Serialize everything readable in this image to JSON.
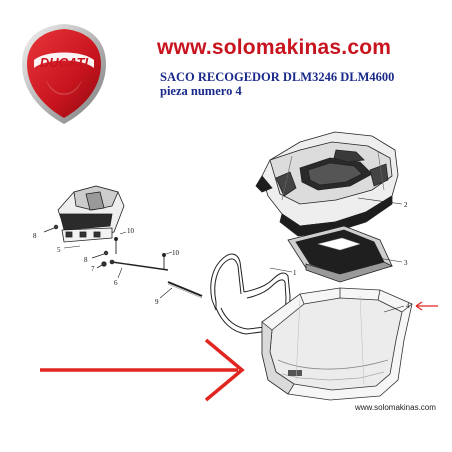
{
  "brand": {
    "logo_text": "DUCATI",
    "logo_color": "#c8141e"
  },
  "header": {
    "site": "www.solomakinas.com",
    "line1": "SACO RECOGEDOR DLM3246 DLM4600",
    "line2": "pieza numero 4",
    "site_color": "#c8141e",
    "text_color": "#1a2a8a"
  },
  "footer": {
    "site": "www.solomakinas.com"
  },
  "callouts": {
    "c1": "1",
    "c2": "2",
    "c3": "3",
    "c4": "4",
    "c5": "5",
    "c6": "6",
    "c7": "7",
    "c8a": "8",
    "c8b": "8",
    "c9": "9",
    "c10a": "10",
    "c10b": "10"
  },
  "highlight": {
    "arrow_color": "#e0261f",
    "highlighted_part": "4"
  }
}
